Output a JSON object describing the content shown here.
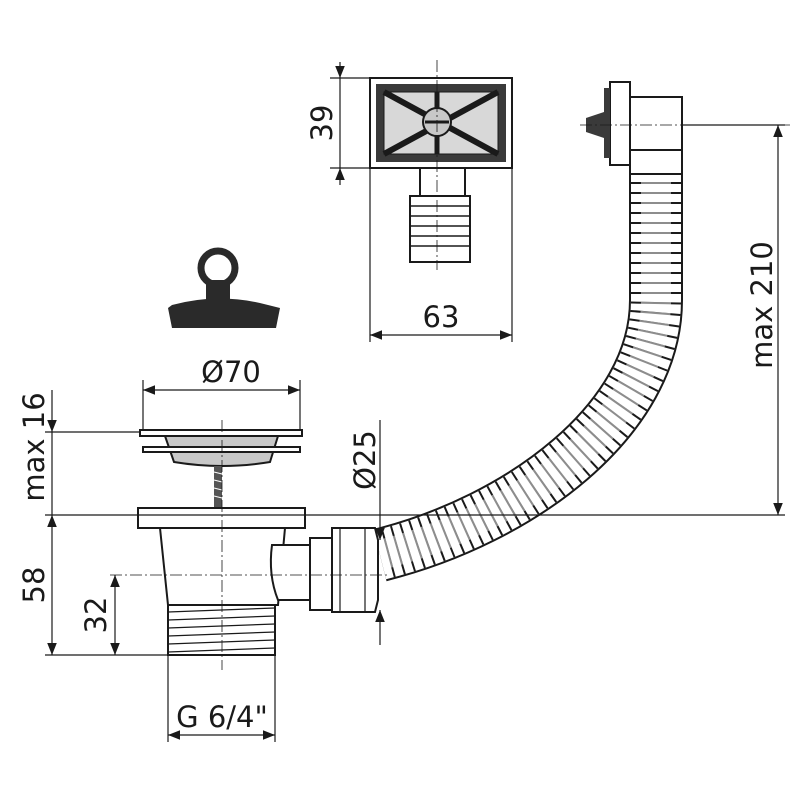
{
  "dimensions": {
    "overflow_height": "39",
    "overflow_width": "63",
    "hose_length": "max 210",
    "strainer_diameter": "Ø70",
    "stopper_height": "max 16",
    "outlet_diameter": "Ø25",
    "body_height": "58",
    "outlet_height": "32",
    "thread": "G 6/4\""
  },
  "colors": {
    "line": "#1a1a1a",
    "dark_part": "#3a3a3a",
    "steel": "#c8c8c8"
  }
}
